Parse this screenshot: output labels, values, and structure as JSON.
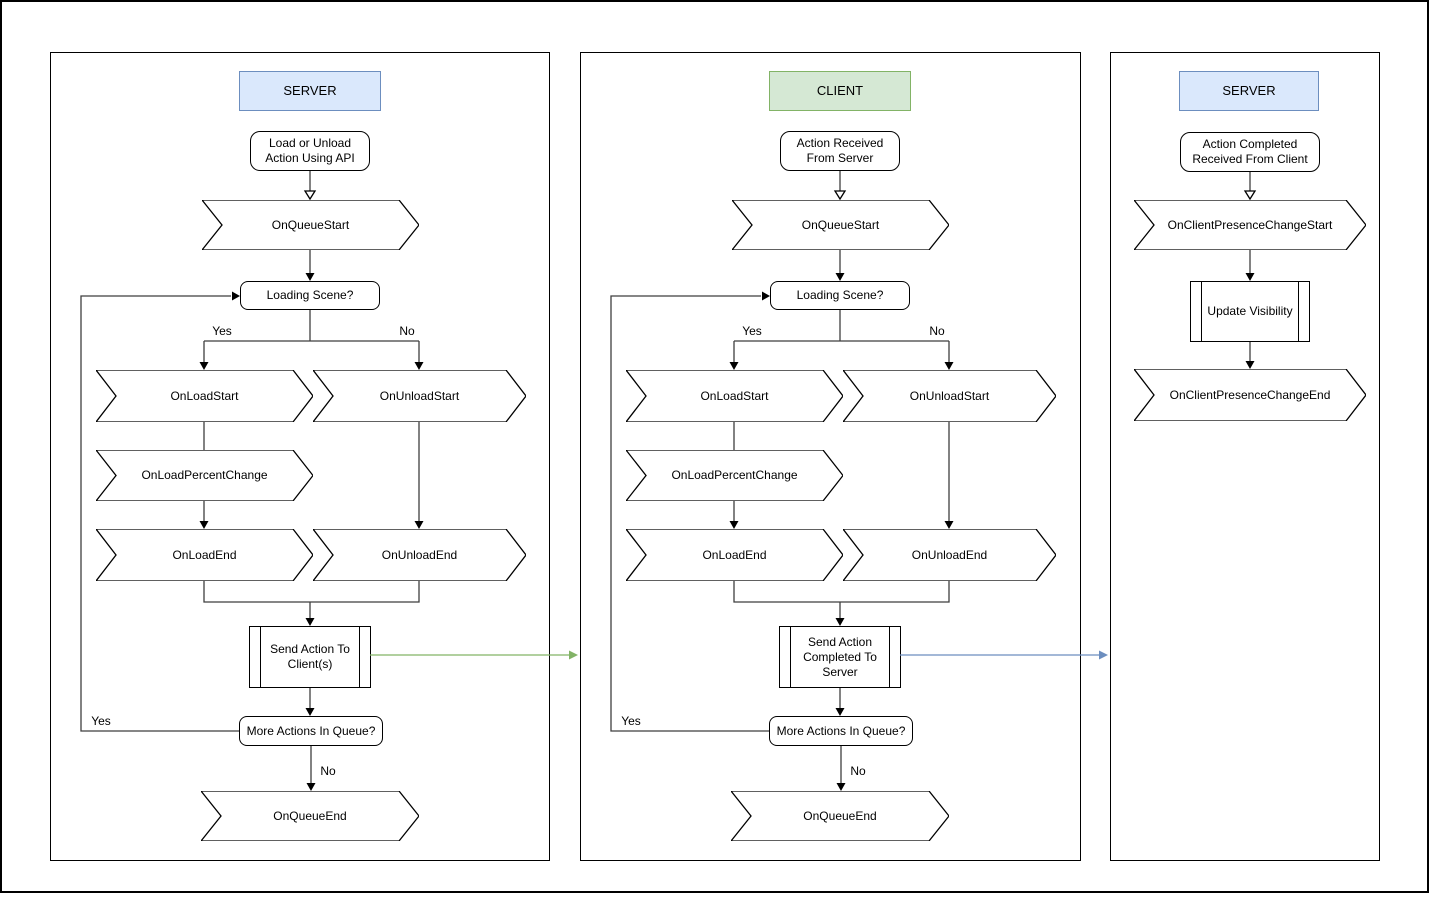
{
  "panels": [
    {
      "header": {
        "label": "SERVER",
        "fill": "#dae8fc",
        "border": "#6c8ebf"
      },
      "start_label": "Load or Unload Action Using API",
      "on_queue_start": "OnQueueStart",
      "loading_scene": "Loading Scene?",
      "yes_label": "Yes",
      "no_label": "No",
      "on_load_start": "OnLoadStart",
      "on_unload_start": "OnUnloadStart",
      "on_load_percent_change": "OnLoadPercentChange",
      "on_load_end": "OnLoadEnd",
      "on_unload_end": "OnUnloadEnd",
      "send_action": "Send Action To Client(s)",
      "more_actions": "More Actions In Queue?",
      "loop_yes_label": "Yes",
      "queue_no_label": "No",
      "on_queue_end": "OnQueueEnd"
    },
    {
      "header": {
        "label": "CLIENT",
        "fill": "#d5e8d4",
        "border": "#82b366"
      },
      "start_label": "Action Received From Server",
      "on_queue_start": "OnQueueStart",
      "loading_scene": "Loading Scene?",
      "yes_label": "Yes",
      "no_label": "No",
      "on_load_start": "OnLoadStart",
      "on_unload_start": "OnUnloadStart",
      "on_load_percent_change": "OnLoadPercentChange",
      "on_load_end": "OnLoadEnd",
      "on_unload_end": "OnUnloadEnd",
      "send_action": "Send Action Completed To Server",
      "more_actions": "More Actions In Queue?",
      "loop_yes_label": "Yes",
      "queue_no_label": "No",
      "on_queue_end": "OnQueueEnd"
    },
    {
      "header": {
        "label": "SERVER",
        "fill": "#dae8fc",
        "border": "#6c8ebf"
      },
      "start_label": "Action Completed Received From Client",
      "presence_change_start": "OnClientPresenceChangeStart",
      "update_visibility": "Update Visibility",
      "presence_change_end": "OnClientPresenceChangeEnd"
    }
  ],
  "arrows": {
    "server_to_client_color": "#82b366",
    "client_to_server_color": "#6c8ebf"
  }
}
